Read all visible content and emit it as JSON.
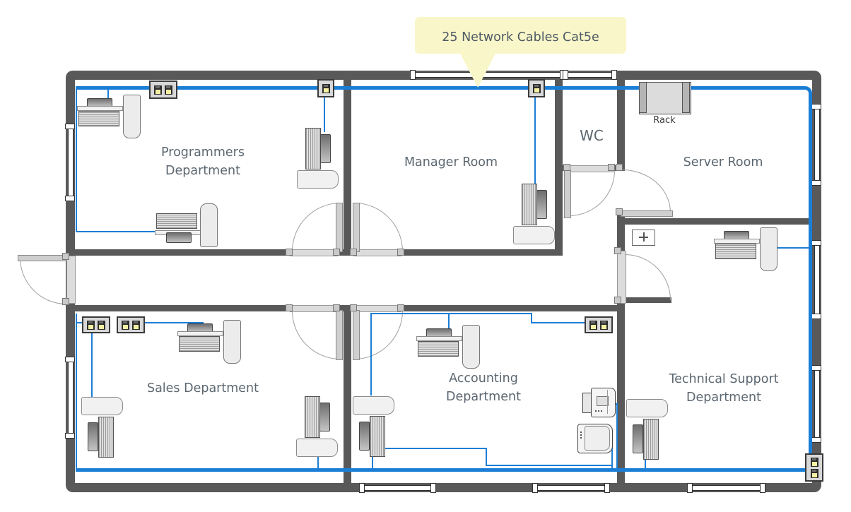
{
  "callout": {
    "text": "25 Network Cables Cat5e"
  },
  "rooms": {
    "programmers": {
      "label": "Programmers\nDepartment"
    },
    "manager": {
      "label": "Manager Room"
    },
    "wc": {
      "label": "WC"
    },
    "server": {
      "label": "Server Room"
    },
    "sales": {
      "label": "Sales Department"
    },
    "accounting": {
      "label": "Accounting\nDepartment"
    },
    "tech_support": {
      "label": "Technical Support\nDepartment"
    }
  },
  "equipment": {
    "rack": {
      "label": "Rack"
    }
  },
  "colors": {
    "wall": "#595959",
    "cable": "#1b7ed6",
    "callout_bg": "#f9f7c9",
    "room_label_text": "#5c6770",
    "socket_port_yellow": "#f6f0a3"
  }
}
